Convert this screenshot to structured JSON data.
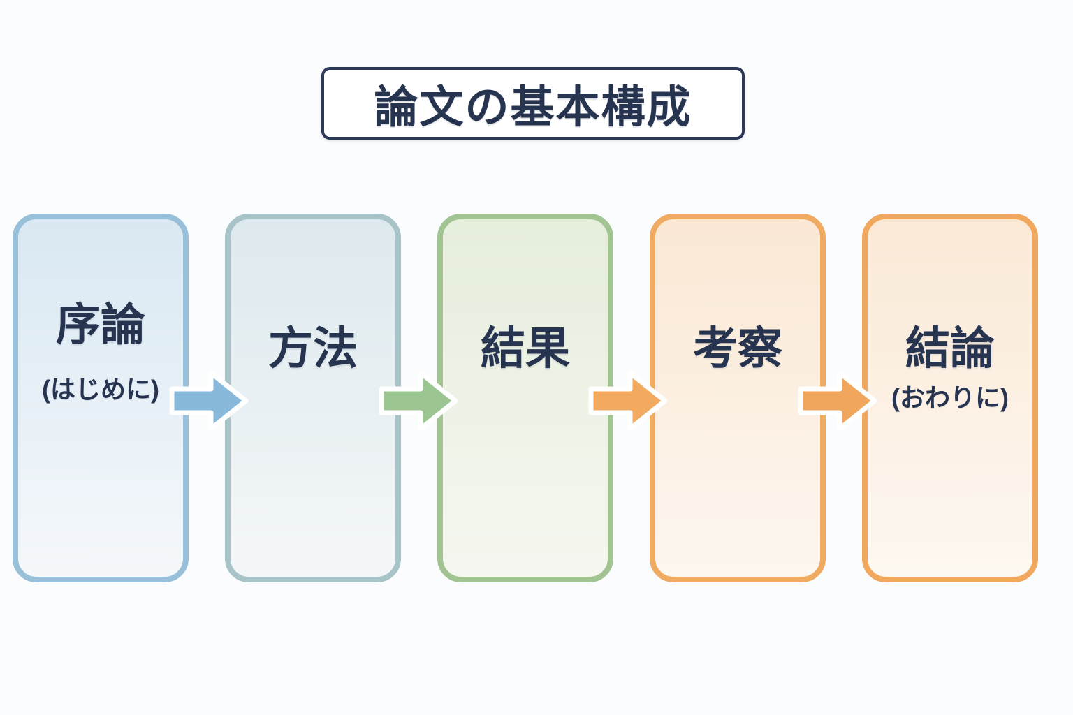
{
  "page": {
    "background_color": "#fbfcfe"
  },
  "title": {
    "text": "論文の基本構成",
    "text_color": "#273450",
    "border_color": "#2c3a57",
    "background": "#ffffff"
  },
  "steps": [
    {
      "label": "序論",
      "sublabel": "(はじめに)",
      "border_color": "#98c0d8",
      "fill_top": "#d9e8f2",
      "fill_bottom": "#f5f8fb",
      "text_color": "#273450"
    },
    {
      "label": "方法",
      "border_color": "#a8c4c8",
      "fill_top": "#dde9ee",
      "fill_bottom": "#f4f7f8",
      "text_color": "#273450"
    },
    {
      "label": "結果",
      "border_color": "#a2c392",
      "fill_top": "#e6eedc",
      "fill_bottom": "#f5f7f0",
      "text_color": "#273450"
    },
    {
      "label": "考察",
      "border_color": "#f0ab63",
      "fill_top": "#fae8d4",
      "fill_bottom": "#fdf7f0",
      "text_color": "#273450"
    },
    {
      "label": "結論",
      "sublabel": "(おわりに)",
      "border_color": "#f0a85e",
      "fill_top": "#fae9d6",
      "fill_bottom": "#fdf8f1",
      "text_color": "#273450"
    }
  ],
  "arrows": [
    {
      "from": "序論",
      "to": "方法",
      "color": "#88b8da"
    },
    {
      "from": "方法",
      "to": "結果",
      "color": "#9bc591"
    },
    {
      "from": "結果",
      "to": "考察",
      "color": "#f2aa60"
    },
    {
      "from": "考察",
      "to": "結論",
      "color": "#f1a65e"
    }
  ]
}
